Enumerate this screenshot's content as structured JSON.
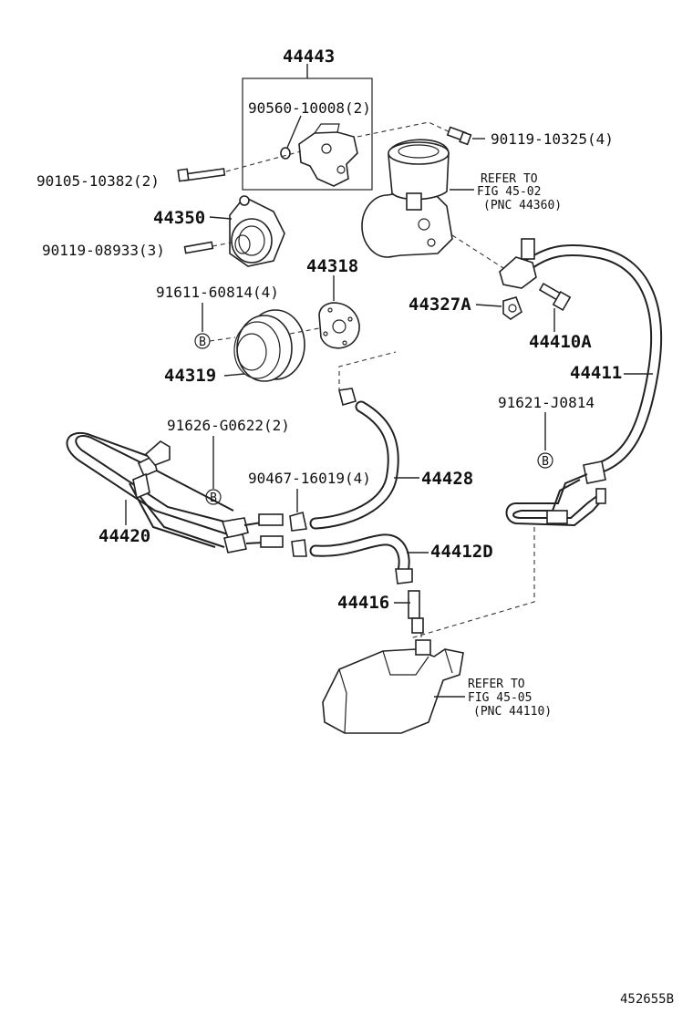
{
  "diagram": {
    "type": "parts-exploded-view",
    "callouts": {
      "p44443": "44443",
      "p90560": "90560-10008(2)",
      "p90119a": "90119-10325(4)",
      "p90105": "90105-10382(2)",
      "p44350": "44350",
      "p90119b": "90119-08933(3)",
      "p44318": "44318",
      "p91611": "91611-60814(4)",
      "p44319": "44319",
      "p44327A": "44327A",
      "p44410A": "44410A",
      "p44411": "44411",
      "p91621": "91621-J0814",
      "p91626": "91626-G0622(2)",
      "p90467": "90467-16019(4)",
      "p44428": "44428",
      "p44420": "44420",
      "p44412D": "44412D",
      "p44416": "44416"
    },
    "references": {
      "pump": {
        "line1": "REFER TO",
        "line2": "FIG 45-02",
        "line3": "(PNC 44360)"
      },
      "gear": {
        "line1": "REFER TO",
        "line2": "FIG 45-05",
        "line3": "(PNC 44110)"
      }
    },
    "markers": {
      "b": "B"
    },
    "footer_code": "452655B"
  }
}
